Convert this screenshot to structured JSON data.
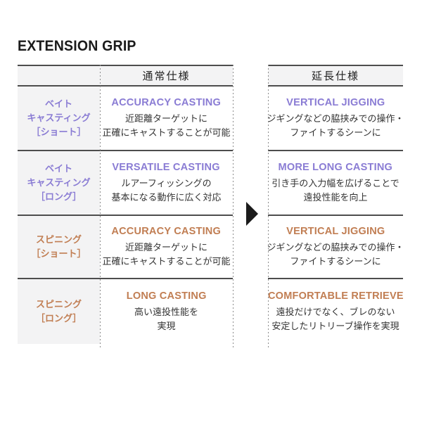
{
  "page": {
    "title": "EXTENSION GRIP"
  },
  "colors": {
    "purple": "#8a7cd4",
    "orange": "#c17e53",
    "line": "#4d4d4d",
    "bg-gray": "#f3f3f4",
    "dot": "#8c8c8c",
    "text": "#333333",
    "black": "#1b1b1b"
  },
  "table": {
    "header": {
      "normal_label": "通常仕様",
      "extended_label": "延長仕様"
    },
    "arrow_icon": "right-triangle-arrow",
    "rows": [
      {
        "label_lines": [
          "ベイト",
          "キャスティング",
          "［ショート］"
        ],
        "accent": "purple",
        "normal": {
          "heading": "ACCURACY CASTING",
          "lines": [
            "近距離ターゲットに",
            "正確にキャストすることが可能"
          ]
        },
        "extended": {
          "heading": "VERTICAL JIGGING",
          "lines": [
            "ジギングなどの脇挟みでの操作・",
            "ファイトするシーンに"
          ]
        }
      },
      {
        "label_lines": [
          "ベイト",
          "キャスティング",
          "［ロング］"
        ],
        "accent": "purple",
        "normal": {
          "heading": "VERSATILE CASTING",
          "lines": [
            "ルアーフィッシングの",
            "基本になる動作に広く対応"
          ]
        },
        "extended": {
          "heading": "MORE LONG CASTING",
          "lines": [
            "引き手の入力幅を広げることで",
            "遠投性能を向上"
          ]
        }
      },
      {
        "label_lines": [
          "スピニング",
          "［ショート］"
        ],
        "accent": "orange",
        "normal": {
          "heading": "ACCURACY CASTING",
          "lines": [
            "近距離ターゲットに",
            "正確にキャストすることが可能"
          ]
        },
        "extended": {
          "heading": "VERTICAL JIGGING",
          "lines": [
            "ジギングなどの脇挟みでの操作・",
            "ファイトするシーンに"
          ]
        }
      },
      {
        "label_lines": [
          "スピニング",
          "［ロング］"
        ],
        "accent": "orange",
        "normal": {
          "heading": "LONG CASTING",
          "lines": [
            "高い遠投性能を",
            "実現"
          ]
        },
        "extended": {
          "heading": "COMFORTABLE RETRIEVE",
          "lines": [
            "遠投だけでなく、ブレのない",
            "安定したリトリーブ操作を実現"
          ]
        }
      }
    ]
  }
}
